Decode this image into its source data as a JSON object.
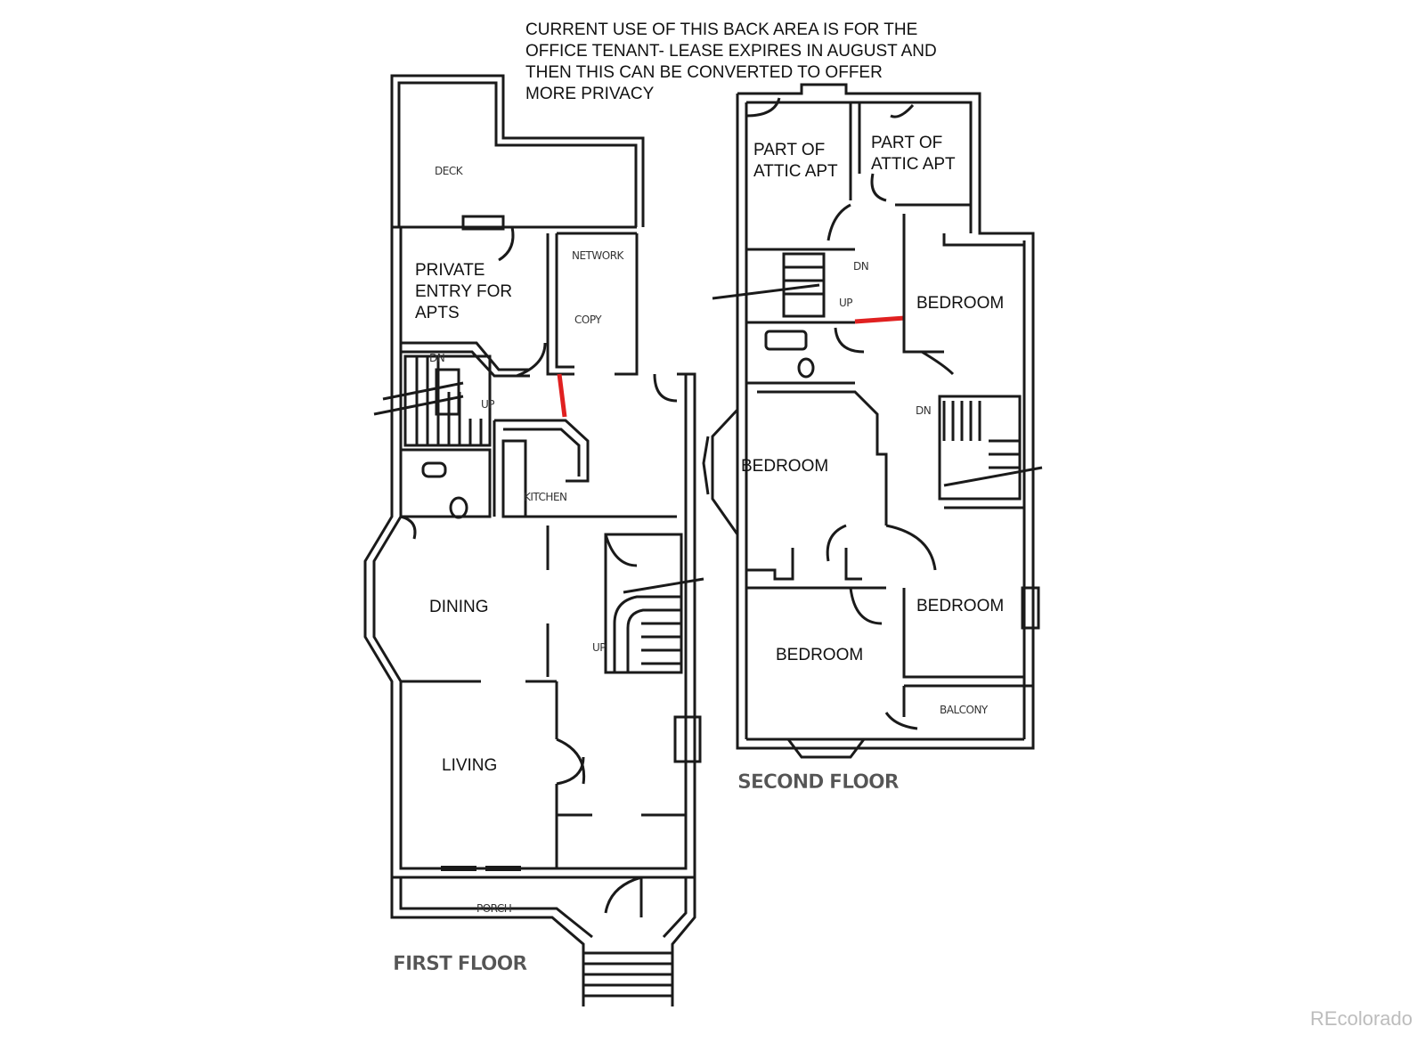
{
  "note": {
    "lines": [
      "CURRENT USE OF THIS BACK AREA IS FOR THE",
      "OFFICE TENANT- LEASE EXPIRES IN AUGUST AND",
      "THEN THIS CAN BE CONVERTED TO OFFER",
      "MORE PRIVACY"
    ]
  },
  "first_floor": {
    "title": "FIRST FLOOR",
    "deck": "DECK",
    "private_entry": [
      "PRIVATE",
      "ENTRY FOR",
      "APTS"
    ],
    "network": "NETWORK",
    "copy": "COPY",
    "kitchen": "KITCHEN",
    "dining": "DINING",
    "living": "LIVING",
    "porch": "PORCH",
    "up": "UP",
    "dn": "DN"
  },
  "second_floor": {
    "title": "SECOND FLOOR",
    "attic_left": [
      "PART OF",
      "ATTIC APT"
    ],
    "attic_right": [
      "PART OF",
      "ATTIC APT"
    ],
    "bedroom_ne": "BEDROOM",
    "bedroom_w": "BEDROOM",
    "bedroom_e": "BEDROOM",
    "bedroom_s": "BEDROOM",
    "balcony": "BALCONY",
    "dn": "DN",
    "up": "UP"
  },
  "watermark": "REcolorado",
  "colors": {
    "wall": "#1a1a1a",
    "highlight": "#e02020"
  }
}
